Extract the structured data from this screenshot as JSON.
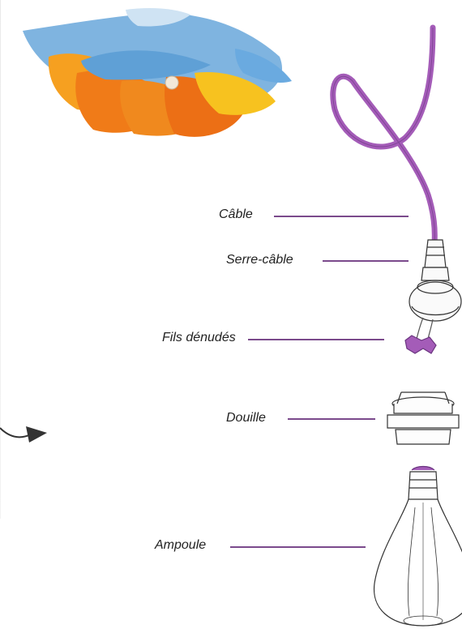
{
  "labels": {
    "cable": "Câble",
    "serre_cable": "Serre-câble",
    "fils": "Fils dénudés",
    "douille": "Douille",
    "ampoule": "Ampoule"
  },
  "colors": {
    "leader": "#7b4a8c",
    "cable": "#a45cb8",
    "petal_blue": "#7fb4e0",
    "petal_orange": "#f08a1c",
    "petal_yellow": "#f7c21f"
  },
  "icons": [
    "flower-lampshade",
    "cable",
    "cord-grip",
    "stripped-wires",
    "socket",
    "bulb",
    "arrow"
  ]
}
